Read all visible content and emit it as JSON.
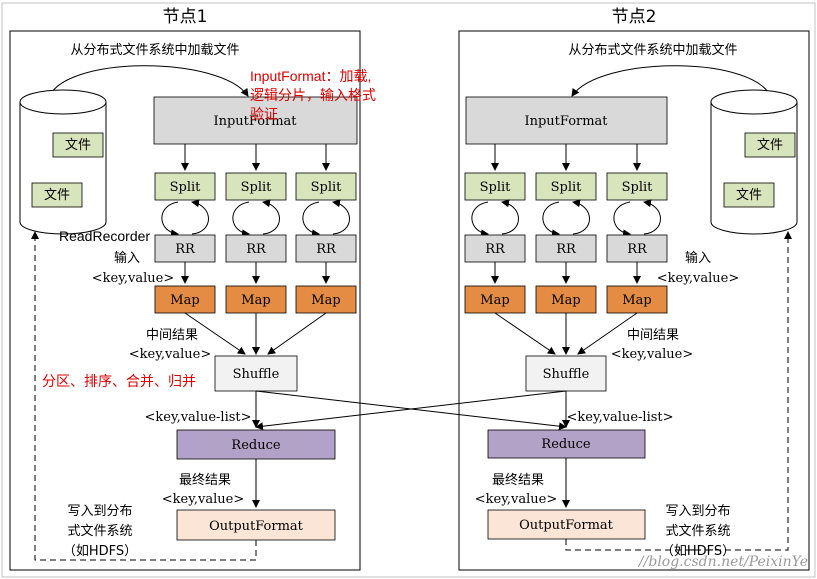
{
  "colors": {
    "input": "#d9d9d9",
    "split": "#d8e4bc",
    "rr": "#d9d9d9",
    "map": "#e48c44",
    "shuffle": "#f2f2f2",
    "reduce": "#b3a2c7",
    "output": "#fbe5d6",
    "file": "#d8e4bc",
    "annotation": "#e00000",
    "watermark": "#9a9a9a"
  },
  "node1": {
    "title": "节点1",
    "load_caption": "从分布式文件系统中加载文件",
    "files": [
      "文件",
      "文件"
    ],
    "input_format": "InputFormat",
    "splits": [
      "Split",
      "Split",
      "Split"
    ],
    "rrs": [
      "RR",
      "RR",
      "RR"
    ],
    "maps": [
      "Map",
      "Map",
      "Map"
    ],
    "input_label": "输入",
    "input_kv": "<key,value>",
    "mid_label": "中间结果",
    "mid_kv": "<key,value>",
    "shuffle": "Shuffle",
    "reduce_kv": "<key,value-list>",
    "reduce": "Reduce",
    "final_label": "最终结果",
    "final_kv": "<key,value>",
    "output_format": "OutputFormat",
    "write_lines": [
      "写入到分布",
      "式文件系统",
      "（如HDFS）"
    ]
  },
  "node2": {
    "title": "节点2",
    "load_caption": "从分布式文件系统中加载文件",
    "files": [
      "文件",
      "文件"
    ],
    "input_format": "InputFormat",
    "splits": [
      "Split",
      "Split",
      "Split"
    ],
    "rrs": [
      "RR",
      "RR",
      "RR"
    ],
    "maps": [
      "Map",
      "Map",
      "Map"
    ],
    "input_label": "输入",
    "input_kv": "<key,value>",
    "mid_label": "中间结果",
    "mid_kv": "<key,value>",
    "shuffle": "Shuffle",
    "reduce_kv": "<key,value-list>",
    "reduce": "Reduce",
    "final_label": "最终结果",
    "final_kv": "<key,value>",
    "output_format": "OutputFormat",
    "write_lines": [
      "写入到分布",
      "式文件系统",
      "（如HDFS）"
    ]
  },
  "annotations": {
    "input_format_note": [
      "InputFormat：加载,",
      "逻辑分片，输入格式",
      "验证"
    ],
    "record_reader": "ReadRecorder",
    "shuffle_note": "分区、排序、合并、归并"
  },
  "watermark": "//blog.csdn.net/PeixinYe"
}
